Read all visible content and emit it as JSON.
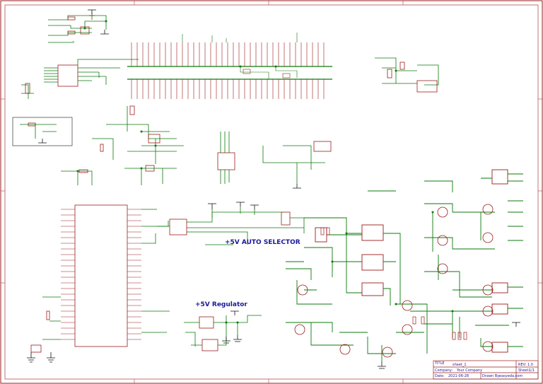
{
  "sections": {
    "auto_selector": "+5V AUTO SELECTOR",
    "regulator": "+5V Regulator"
  },
  "title_block": {
    "title_label": "TITLE",
    "title_value": "sheet_1",
    "rev_label": "REV:",
    "rev_value": "1.0",
    "company_label": "Company:",
    "company_value": "Your Company",
    "sheet_label": "Sheet:",
    "sheet_value": "1/1",
    "date_label": "Date:",
    "date_value": "2021-06-28",
    "drawn_label": "Drawn By:",
    "drawn_value": "easyeda.com"
  },
  "colors": {
    "wire": "#0b7a0b",
    "part": "#9b1c1c",
    "text": "#1a1a9c",
    "frame": "#9b1c1c",
    "background": "#ffffff"
  }
}
